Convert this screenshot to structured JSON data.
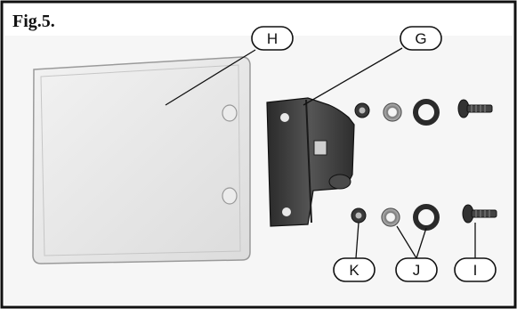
{
  "figure": {
    "title": "Fig.5."
  },
  "callouts": [
    {
      "id": "H",
      "label": "H",
      "part": "clear-shield-plate"
    },
    {
      "id": "G",
      "label": "G",
      "part": "metal-bracket"
    },
    {
      "id": "K",
      "label": "K",
      "part": "nut"
    },
    {
      "id": "J",
      "label": "J",
      "part": "washers"
    },
    {
      "id": "I",
      "label": "I",
      "part": "screw"
    }
  ],
  "colors": {
    "frame": "#111111",
    "background": "#ffffff",
    "photo_bg": "#f4f4f4",
    "metal_dark": "#3a3a3a",
    "shield": "#e8e8e8"
  }
}
